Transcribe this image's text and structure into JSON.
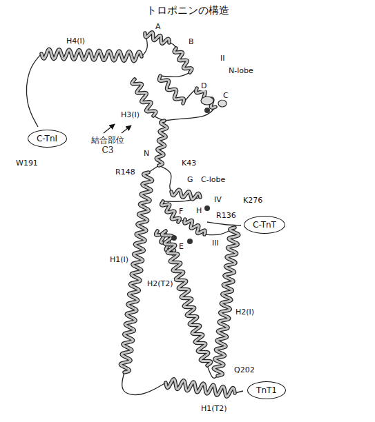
{
  "diagram": {
    "title": "トロポニンの構造",
    "nodes": [
      {
        "text": [
          "C-TnI"
        ]
      },
      {
        "text": [
          "C-TnT"
        ]
      },
      {
        "text": [
          "TnT1"
        ]
      }
    ],
    "labels": [
      "H4(I)",
      "A",
      "B",
      "II",
      "N-lobe",
      "D",
      "C",
      "W191",
      "H3(I)",
      "結合部位 C3",
      "R148",
      "N",
      "K43",
      "G",
      "C-lobe",
      "IV",
      "K276",
      "R136",
      "H",
      "F",
      "III",
      "E",
      "H1(I)",
      "H2(T2)",
      "H2(I)",
      "Q202",
      "H1(T2)"
    ]
  }
}
